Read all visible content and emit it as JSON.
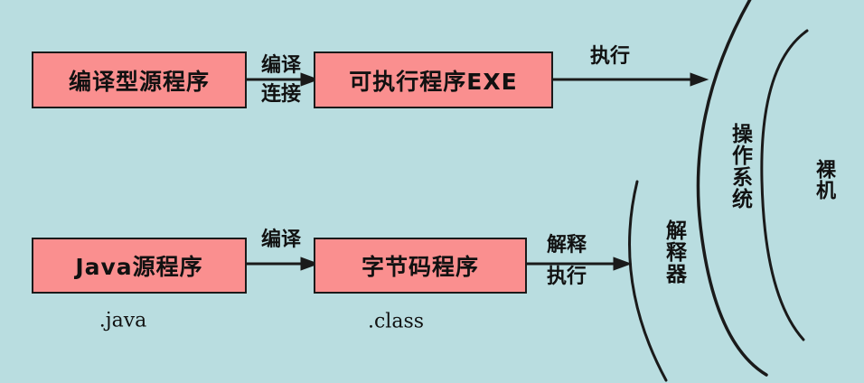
{
  "canvas": {
    "background_color": "#b9dde0",
    "box_fill_color": "#fa8f8f",
    "line_color": "#1a1a1a"
  },
  "top_flow": {
    "source_box_label": "编译型源程序",
    "compile_label": "编译",
    "link_label": "连接",
    "exe_box_label": "可执行程序EXE",
    "execute_label": "执行"
  },
  "bottom_flow": {
    "source_box_label": "Java源程序",
    "source_ext_label": ".java",
    "compile_label": "编译",
    "bytecode_box_label": "字节码程序",
    "bytecode_ext_label": ".class",
    "interpret_label": "解释",
    "execute_label": "执行"
  },
  "layers": {
    "interpreter_label": "解释器",
    "os_label": "操作系统",
    "bare_machine_label": "裸机"
  }
}
